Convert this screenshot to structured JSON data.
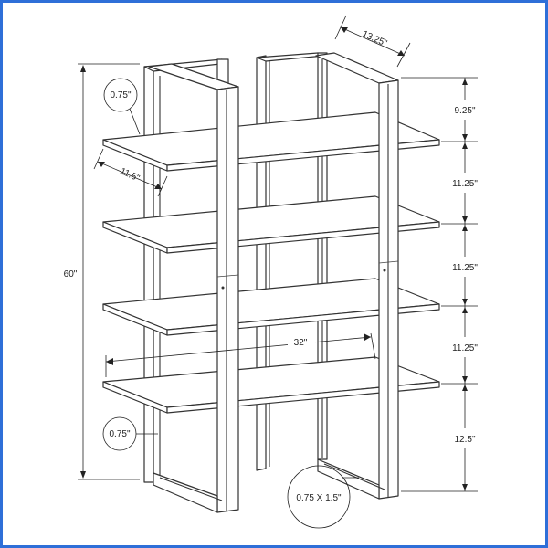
{
  "diagram": {
    "type": "dimensioned product drawing",
    "subject": "4-tier open bookshelf with metal frame",
    "border_color": "#2e6fd8"
  },
  "dimensions": {
    "overall_height": "60\"",
    "depth": "13.25\"",
    "shelf_depth": "11.5\"",
    "width": "32\"",
    "shelf_thickness_top": "0.75\"",
    "shelf_thickness_bottom": "0.75\"",
    "frame_tube": "0.75 X 1.5\"",
    "spacing": [
      "9.25\"",
      "11.25\"",
      "11.25\"",
      "11.25\"",
      "12.5\""
    ]
  }
}
